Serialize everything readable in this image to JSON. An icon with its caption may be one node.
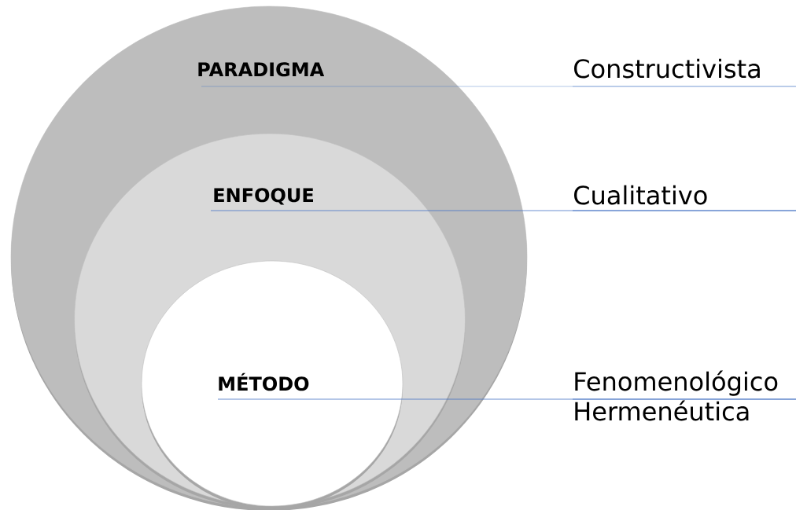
{
  "diagram": {
    "nodes": [
      {
        "text": [
          "PARADIGMA"
        ]
      },
      {
        "text": [
          "ENFOQUE"
        ],
        "in": 0
      },
      {
        "text": [
          "MÉTODO"
        ],
        "in": 1
      },
      {
        "text": [
          "Constructivista"
        ]
      },
      {
        "text": [
          "Cualitativo"
        ]
      },
      {
        "text": [
          "Fenomenológico Hermenéutica"
        ]
      }
    ],
    "edges": [
      {
        "from": 0,
        "to": 3,
        "arrow": "none"
      },
      {
        "from": 1,
        "to": 4,
        "arrow": "none"
      },
      {
        "from": 2,
        "to": 5,
        "arrow": "none"
      }
    ]
  }
}
